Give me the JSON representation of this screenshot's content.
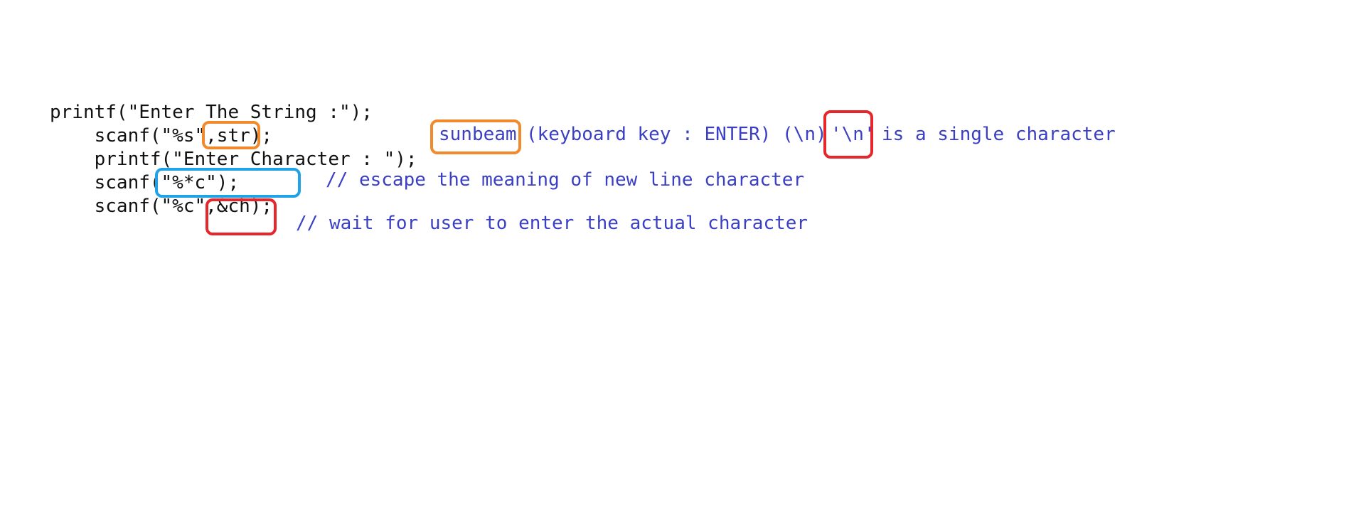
{
  "code": {
    "line1": "printf(\"Enter The String :\");",
    "line2": "    scanf(\"%s\",str);",
    "line3": "    printf(\"Enter Character : \");",
    "line4": "    scanf(\"%*c\");",
    "line5": "    scanf(\"%c\",&ch);"
  },
  "notes": {
    "input_example": "sunbeam",
    "enter_key_note": "(keyboard key : ENTER) (\\n)",
    "newline_char": "'\\n'",
    "single_char_note": "is a single character",
    "escape_comment": "// escape the meaning of new line character",
    "wait_comment": "// wait for user to enter the actual character"
  },
  "colors": {
    "code_text": "#111111",
    "note_text": "#3b3fc4",
    "highlight_orange": "#f08a2c",
    "highlight_red": "#e5262b",
    "highlight_blue": "#1fa3e6"
  }
}
